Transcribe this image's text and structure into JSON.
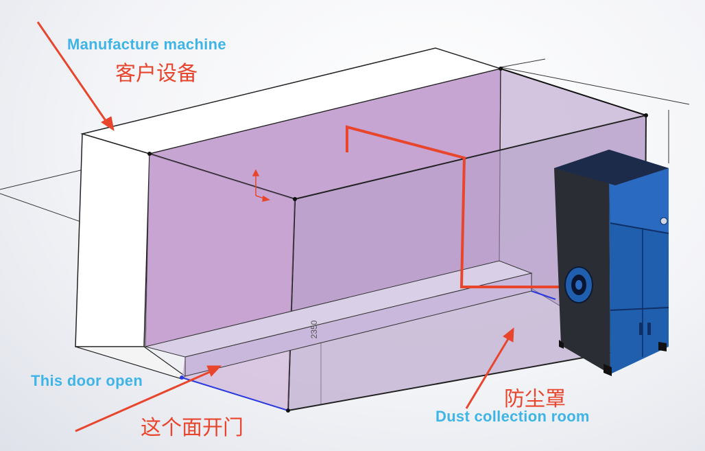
{
  "labels": {
    "manufacture_en": "Manufacture machine",
    "manufacture_cn": "客户设备",
    "door_en": "This door open",
    "door_cn": "这个面开门",
    "dust_cn": "防尘罩",
    "dust_en": "Dust collection room"
  },
  "dimensions": {
    "height": "2350",
    "width": "",
    "depth": ""
  },
  "colors": {
    "label_en": "#3fb4e6",
    "label_cn": "#e8452c",
    "arrow": "#e8452c",
    "enclosure_fill": "#a06fb4",
    "collector_blue": "#1f5fae",
    "collector_dark": "#2a2d33",
    "door_edge": "#2a39e0"
  }
}
